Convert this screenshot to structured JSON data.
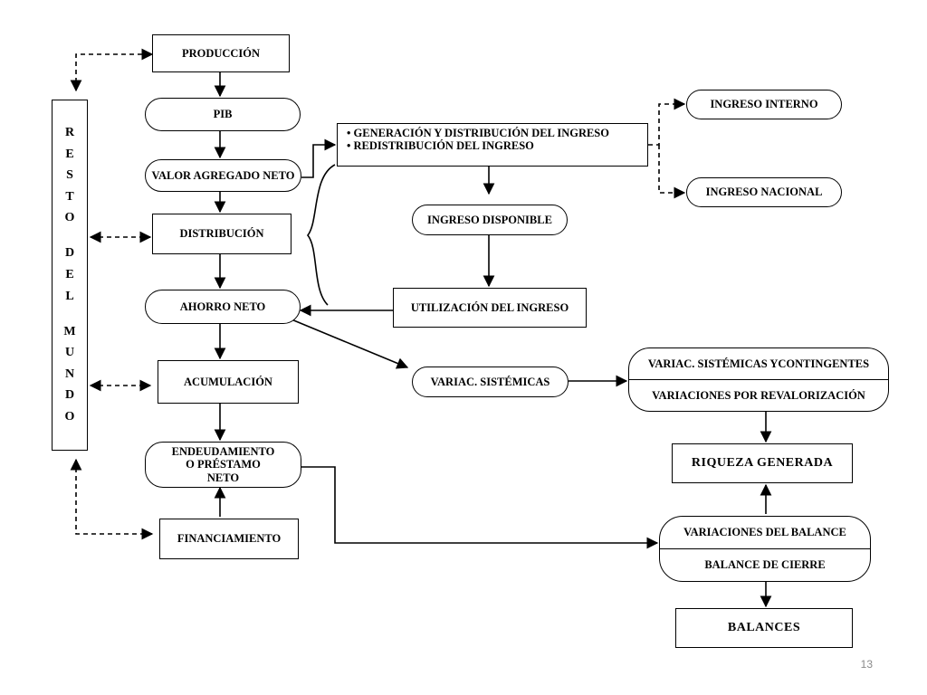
{
  "nodes": {
    "produccion": "PRODUCCIÓN",
    "pib": "PIB",
    "valor_agregado_neto": "VALOR AGREGADO NETO",
    "distribucion": "DISTRIBUCIÓN",
    "ahorro_neto": "AHORRO NETO",
    "acumulacion": "ACUMULACIÓN",
    "endeudamiento": "ENDEUDAMIENTO O PRÉSTAMO NETO",
    "financiamiento": "FINANCIAMIENTO",
    "resto_del_mundo": [
      "R",
      "E",
      "S",
      "T",
      "O",
      "",
      "D",
      "E",
      "L",
      "",
      "M",
      "U",
      "N",
      "D",
      "O"
    ],
    "ingreso_list": [
      "GENERACIÓN Y DISTRIBUCIÓN DEL INGRESO",
      "REDISTRIBUCIÓN DEL INGRESO"
    ],
    "ingreso_interno": "INGRESO INTERNO",
    "ingreso_nacional": "INGRESO NACIONAL",
    "ingreso_disponible": "INGRESO DISPONIBLE",
    "utilizacion_ingreso": "UTILIZACIÓN DEL INGRESO",
    "variac_sistemicas": "VARIAC. SISTÉMICAS",
    "variac_sistemicas_contingentes": "VARIAC. SISTÉMICAS YCONTINGENTES",
    "variaciones_revalorizacion": "VARIACIONES POR REVALORIZACIÓN",
    "riqueza_generada": "RIQUEZA GENERADA",
    "variaciones_balance": "VARIACIONES DEL BALANCE",
    "balance_cierre": "BALANCE DE CIERRE",
    "balances": "BALANCES"
  },
  "page_number": "13"
}
